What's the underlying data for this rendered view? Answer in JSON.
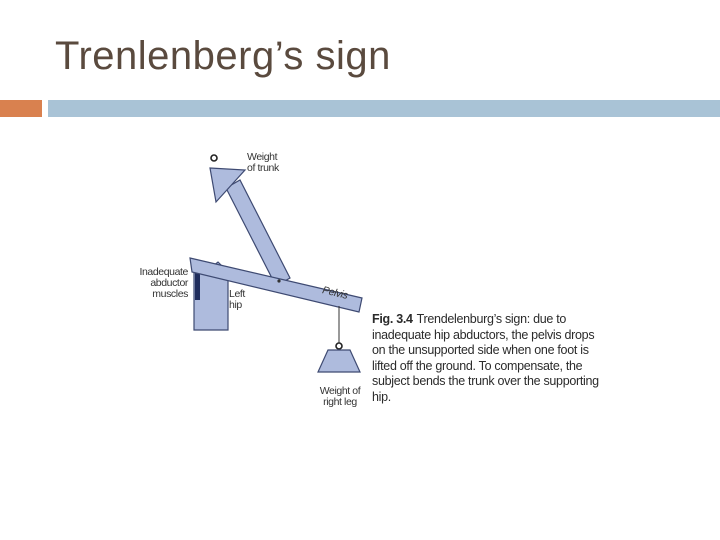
{
  "slide": {
    "title": "Trenlenberg’s sign"
  },
  "figure": {
    "labels": {
      "weight_of_trunk": "Weight\nof trunk",
      "abductor_muscles": "Inadequate\nabductor\nmuscles",
      "left_hip": "Left\nhip",
      "pelvis": "Pelvis",
      "weight_of_right_leg": "Weight of\nright leg"
    },
    "caption_number": "Fig. 3.4",
    "caption_text": "Trendelenburg’s sign: due to inadequate hip abductors, the pelvis drops on the unsupported side when one foot is lifted off the ground. To compensate, the subject bends the trunk over the supporting hip."
  },
  "colors": {
    "accent_orange": "#d9814f",
    "accent_blue": "#a9c3d6",
    "figure_fill": "#aebbdd",
    "figure_stroke": "#3e4a72"
  }
}
